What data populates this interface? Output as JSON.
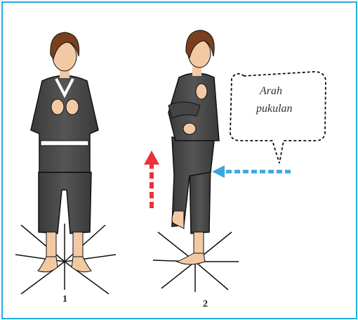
{
  "figures": [
    {
      "label": "1"
    },
    {
      "label": "2"
    }
  ],
  "callout": {
    "line1": "Arah",
    "line2": "pukulan"
  },
  "colors": {
    "frame": "#29abe2",
    "uniform": "#4a4a4a",
    "uniform_shade": "#333333",
    "skin": "#f3c9a4",
    "hair": "#7b3f1e",
    "belt": "#ffffff",
    "up_arrow": "#e8333b",
    "punch_arrow": "#3aa7df"
  }
}
